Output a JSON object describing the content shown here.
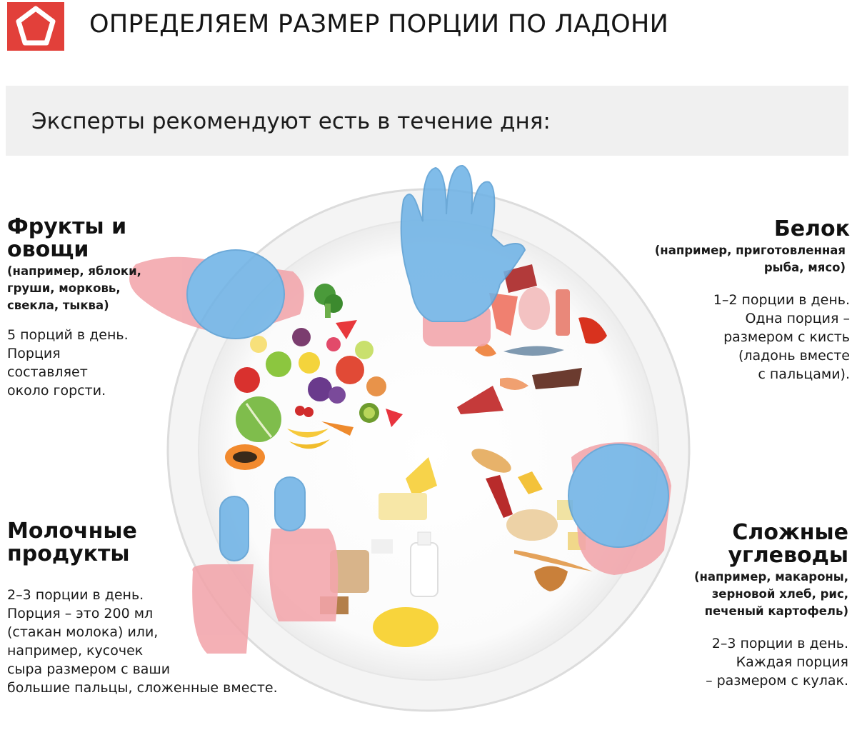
{
  "header": {
    "title": "ОПРЕДЕЛЯЕМ РАЗМЕР ПОРЦИИ ПО ЛАДОНИ"
  },
  "banner": {
    "text": "Эксперты рекомендуют есть в течение дня:"
  },
  "sections": {
    "fruits": {
      "title": "Фрукты и овощи",
      "examples": [
        "(например, яблоки,",
        "груши, морковь,",
        "свекла, тыква)"
      ],
      "text": [
        "5 порций в день.",
        "Порция",
        "составляет",
        "около горсти."
      ]
    },
    "protein": {
      "title": "Белок",
      "examples": [
        "(например, приготовленная",
        "рыба, мясо)"
      ],
      "text": [
        "1–2 порции в день.",
        "Одна порция –",
        "размером с кисть",
        "(ладонь вместе",
        "с пальцами)."
      ]
    },
    "dairy": {
      "title": [
        "Молочные",
        "продукты"
      ],
      "text": [
        "2–3 порции в день.",
        "Порция – это 200 мл",
        "(стакан молока) или,",
        "например, кусочек",
        "сыра размером с ваши",
        "большие пальцы, сложенные вместе."
      ]
    },
    "carbs": {
      "title": [
        "Сложные",
        "углеводы"
      ],
      "examples": [
        "(например, макароны,",
        "зерновой хлеб, рис,",
        "печеный картофель)"
      ],
      "text": [
        "2–3 порции в день.",
        "Каждая порция",
        "– размером с кулак."
      ]
    }
  },
  "colors": {
    "brand": "#e2403a",
    "hand_blue": "#6fb3e6",
    "hand_pink": "#f2a5ab",
    "plate_rim": "#dcdcdc",
    "banner_bg": "#f0f0f0"
  },
  "icons": [
    "logo-pentagon-icon",
    "open-hand-icon",
    "cupped-hand-icon",
    "fist-icon",
    "thumbs-icon"
  ]
}
